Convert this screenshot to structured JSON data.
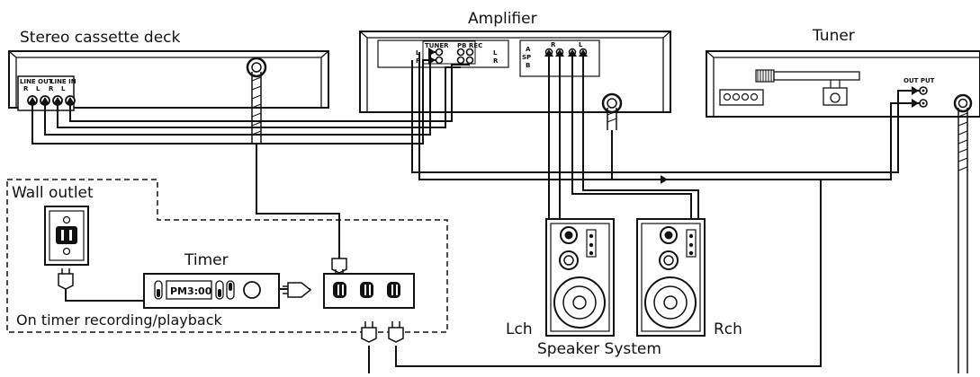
{
  "labels": {
    "cassette_deck": "Stereo cassette deck",
    "amplifier": "Amplifier",
    "tuner": "Tuner",
    "wall_outlet": "Wall outlet",
    "timer": "Timer",
    "on_timer": "On timer recording/playback",
    "speaker_system": "Speaker System",
    "lch": "Lch",
    "rch": "Rch"
  },
  "deck_panel": {
    "line_out": "LINE OUT",
    "line_in": "LINE IN",
    "jack_letters": [
      "R",
      "L",
      "R",
      "L"
    ]
  },
  "amp_panel": {
    "tuner": "TUNER",
    "pb_rec": "PB REC",
    "l": "L",
    "r": "R",
    "sp": "SP",
    "a": "A",
    "b": "B"
  },
  "tuner_panel": {
    "output": "OUT PUT"
  },
  "timer_display": "PM3:00"
}
